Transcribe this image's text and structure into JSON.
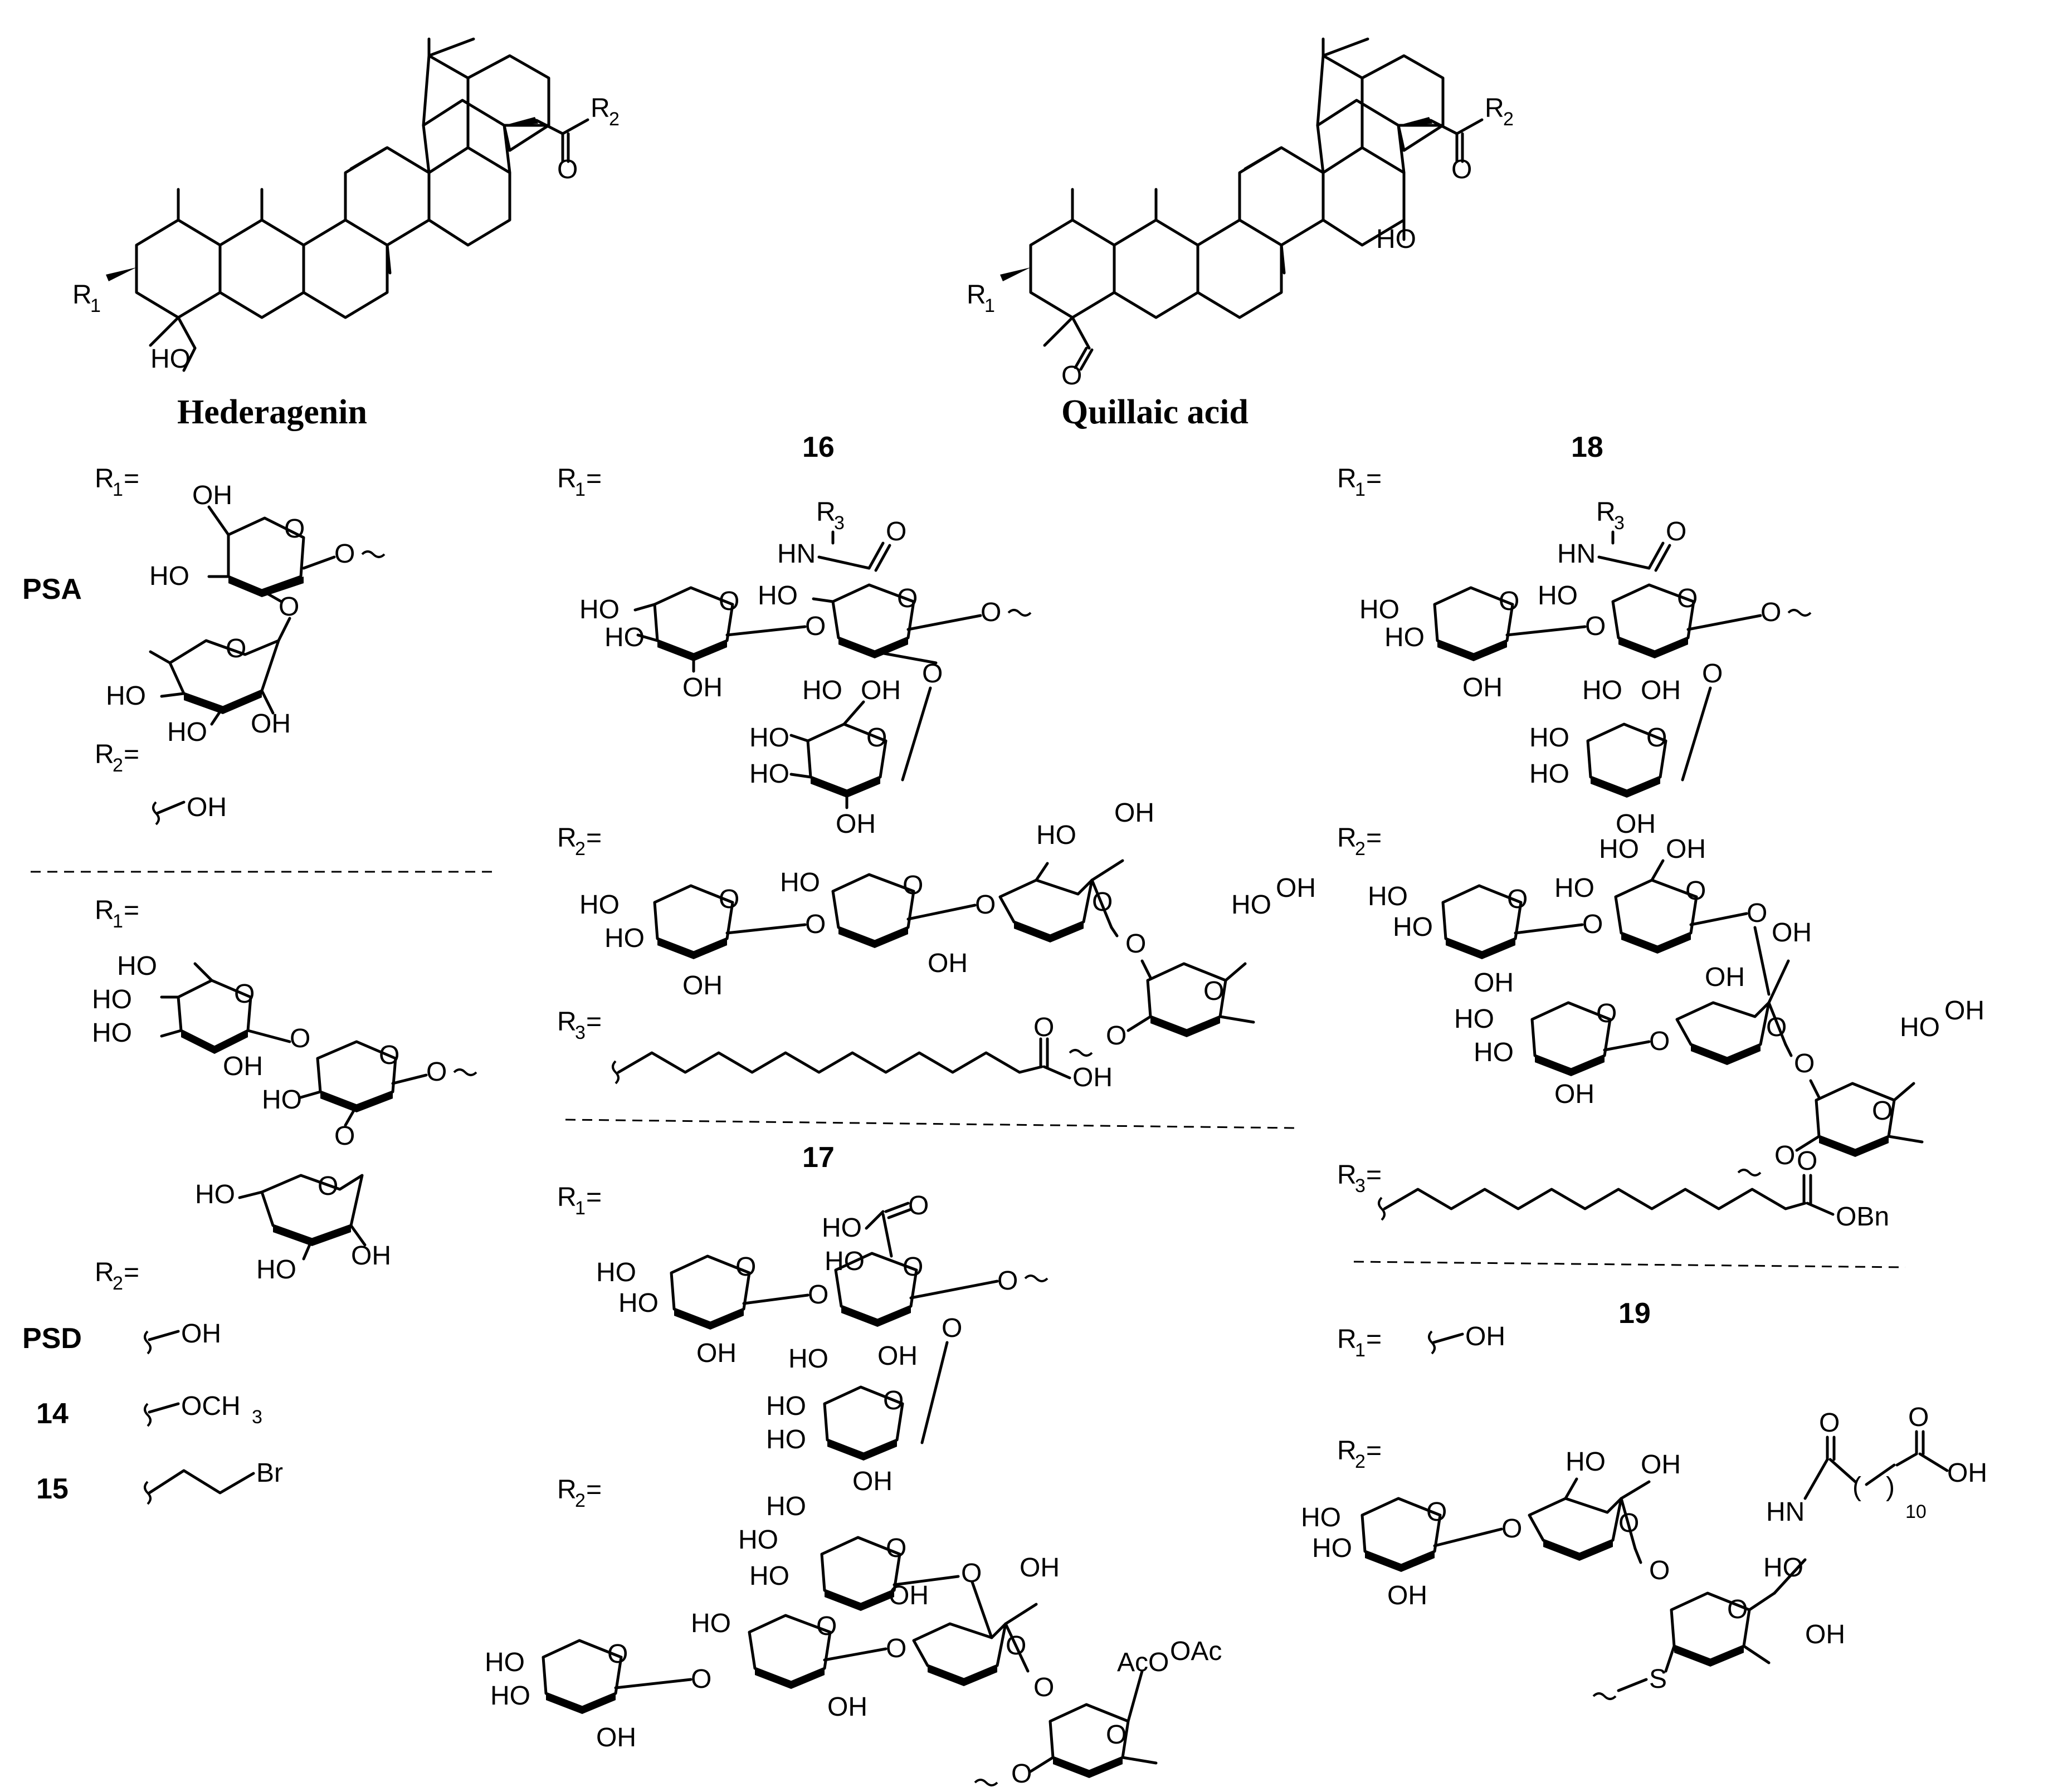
{
  "scaffolds": {
    "hederagenin": {
      "caption": "Hederagenin",
      "r1": "R",
      "r1_sub": "1",
      "r2": "R",
      "r2_sub": "2",
      "o": "O",
      "ho": "HO"
    },
    "quillaic": {
      "caption": "Quillaic acid",
      "r1": "R",
      "r1_sub": "1",
      "r2": "R",
      "r2_sub": "2",
      "o": "O",
      "ho": "HO",
      "o_aldehyde": "O"
    }
  },
  "labels": {
    "R1": "R",
    "R1_sub": "1",
    "R2": "R",
    "R2_sub": "2",
    "R3": "R",
    "R3_sub": "3",
    "equals": "=",
    "OH": "OH",
    "HO": "HO",
    "O": "O",
    "HN": "HN",
    "S": "S",
    "OAc": "OAc",
    "AcO": "AcO",
    "OBn": "OBn",
    "OCH3": "OCH",
    "OCH3_sub": "3",
    "Br": "Br",
    "subscript_10": "10",
    "paren_open": "(",
    "paren_close": ")"
  },
  "compounds": {
    "psa": "PSA",
    "psd": "PSD",
    "c14": "14",
    "c15": "15",
    "c16": "16",
    "c17": "17",
    "c18": "18",
    "c19": "19"
  }
}
